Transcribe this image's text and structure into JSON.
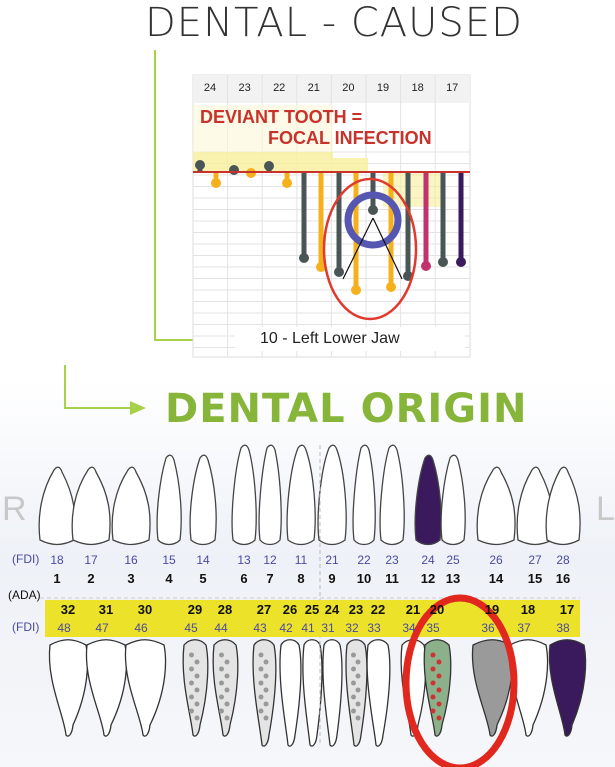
{
  "title": {
    "highlight": "DENTAL",
    "rest": " - CAUSED"
  },
  "chart": {
    "columns": [
      "24",
      "23",
      "22",
      "21",
      "20",
      "19",
      "18",
      "17"
    ],
    "headline_1": "DEVIANT TOOTH =",
    "headline_2": "FOCAL INFECTION",
    "caption": "10 - Left  Lower Jaw",
    "colors": {
      "red": "#c8322a",
      "dark": "#4a5556",
      "orange": "#f5b01c",
      "magenta": "#c0336e",
      "purple": "#3a1a5c",
      "blue": "#5557b0"
    }
  },
  "origin": {
    "word1": "DENTAL",
    "word2": "ORIGIN"
  },
  "side_labels": {
    "right": "R",
    "left": "L"
  },
  "row_labels": {
    "fdi_upper": "(FDI)",
    "ada": "(ADA)",
    "fdi_lower": "(FDI)"
  },
  "upper_fdi": [
    "18",
    "17",
    "16",
    "15",
    "14",
    "13",
    "12",
    "11",
    "21",
    "22",
    "23",
    "24",
    "25",
    "26",
    "27",
    "28"
  ],
  "upper_ada": [
    "1",
    "2",
    "3",
    "4",
    "5",
    "6",
    "7",
    "8",
    "9",
    "10",
    "11",
    "12",
    "13",
    "14",
    "15",
    "16"
  ],
  "lower_ada": [
    "32",
    "31",
    "30",
    "29",
    "28",
    "27",
    "26",
    "25",
    "24",
    "23",
    "22",
    "21",
    "20",
    "19",
    "18",
    "17"
  ],
  "lower_fdi": [
    "48",
    "47",
    "46",
    "45",
    "44",
    "43",
    "42",
    "41",
    "31",
    "32",
    "33",
    "34",
    "35",
    "36",
    "37",
    "38"
  ]
}
